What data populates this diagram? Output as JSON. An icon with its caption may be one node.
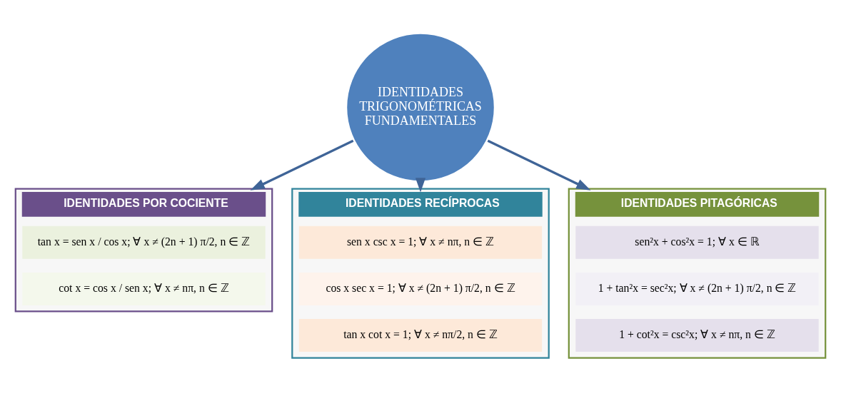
{
  "diagram": {
    "nodes": [
      {
        "text": [
          "IDENTIDADES TRIGONOMÉTRICAS FUNDAMENTALES"
        ]
      },
      {
        "text": [
          "IDENTIDADES POR COCIENTE"
        ]
      },
      {
        "text": [
          "tan x = sen x / cos x; ∀ x ≠ (2n + 1) π/2, n ∈ ℤ"
        ],
        "in": 1
      },
      {
        "text": [
          "cot x = cos x / sen x; ∀ x ≠ nπ, n ∈ ℤ"
        ],
        "in": 1
      },
      {
        "text": [
          "IDENTIDADES RECÍPROCAS"
        ]
      },
      {
        "text": [
          "sen x csc x = 1; ∀ x ≠ nπ, n ∈ ℤ"
        ],
        "in": 4
      },
      {
        "text": [
          "cos x sec x = 1; ∀ x ≠ (2n + 1) π/2, n ∈ ℤ"
        ],
        "in": 4
      },
      {
        "text": [
          "tan x cot x = 1; ∀ x ≠ nπ/2, n ∈ ℤ"
        ],
        "in": 4
      },
      {
        "text": [
          "IDENTIDADES PITAGÓRICAS"
        ]
      },
      {
        "text": [
          "sen²x + cos²x = 1; ∀ x ∈ ℝ"
        ],
        "in": 8
      },
      {
        "text": [
          "1 + tan²x = sec²x; ∀ x ≠ (2n + 1) π/2, n ∈ ℤ"
        ],
        "in": 8
      },
      {
        "text": [
          "1 + cot²x = csc²x; ∀ x ≠ nπ, n ∈ ℤ"
        ],
        "in": 8
      }
    ],
    "edges": [
      {
        "from": 0,
        "to": 1,
        "arrow": "to"
      },
      {
        "from": 0,
        "to": 4,
        "arrow": "to"
      },
      {
        "from": 0,
        "to": 8,
        "arrow": "to"
      }
    ]
  }
}
